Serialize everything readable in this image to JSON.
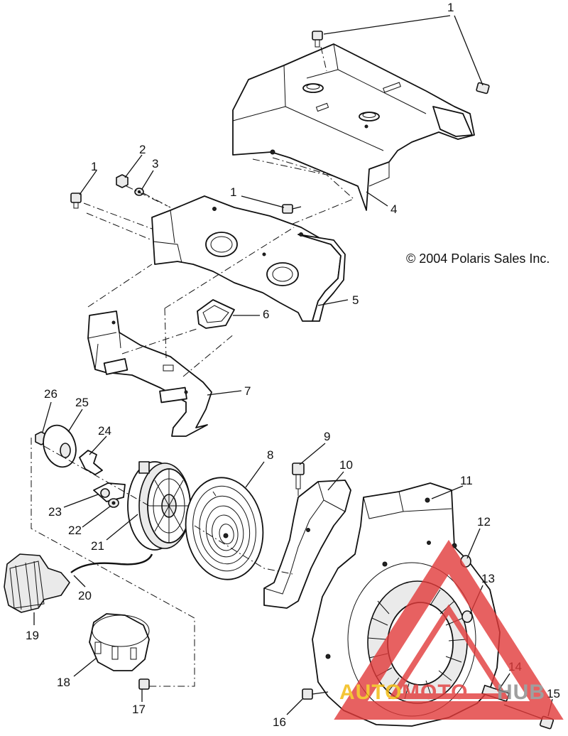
{
  "copyright": "© 2004 Polaris Sales Inc.",
  "watermark": {
    "text_auto": "AUTO",
    "text_moto": "MOTO",
    "text_hub": "HUB",
    "color_red": "#e23a3a",
    "color_yellow": "#f2b705",
    "color_gray": "#888888"
  },
  "callouts": [
    {
      "label": "1"
    },
    {
      "label": "1"
    },
    {
      "label": "1"
    },
    {
      "label": "2"
    },
    {
      "label": "3"
    },
    {
      "label": "4"
    },
    {
      "label": "5"
    },
    {
      "label": "6"
    },
    {
      "label": "7"
    },
    {
      "label": "8"
    },
    {
      "label": "9"
    },
    {
      "label": "10"
    },
    {
      "label": "11"
    },
    {
      "label": "12"
    },
    {
      "label": "13"
    },
    {
      "label": "14"
    },
    {
      "label": "15"
    },
    {
      "label": "16"
    },
    {
      "label": "17"
    },
    {
      "label": "18"
    },
    {
      "label": "19"
    },
    {
      "label": "20"
    },
    {
      "label": "21"
    },
    {
      "label": "22"
    },
    {
      "label": "23"
    },
    {
      "label": "24"
    },
    {
      "label": "25"
    },
    {
      "label": "26"
    }
  ]
}
